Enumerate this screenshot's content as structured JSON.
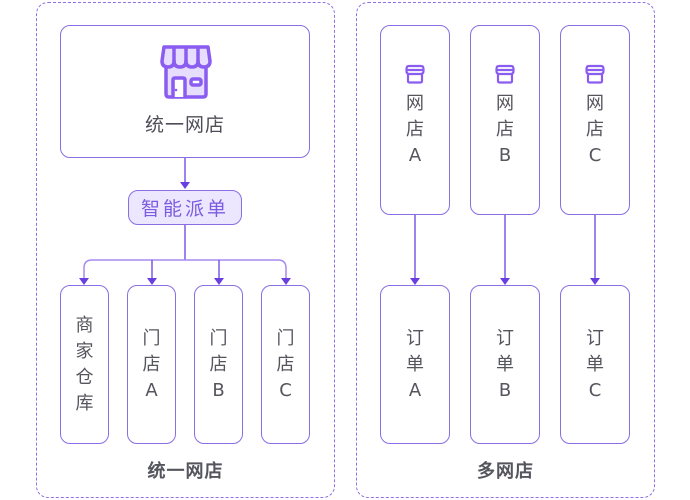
{
  "colors": {
    "accent": "#8a6ee3",
    "arrow": "#6a3fe0",
    "pill_fill": "#ece6ff",
    "pill_text": "#7b5ce0",
    "icon_fill": "#e6ddff",
    "text": "#55555e"
  },
  "left_panel": {
    "label": "统一网店",
    "top_store": {
      "icon": "storefront-icon",
      "label": "统一网店"
    },
    "dispatch": {
      "label": "智能派单"
    },
    "branches": [
      {
        "chars": [
          "商",
          "家",
          "仓",
          "库"
        ]
      },
      {
        "chars": [
          "门",
          "店",
          "A"
        ]
      },
      {
        "chars": [
          "门",
          "店",
          "B"
        ]
      },
      {
        "chars": [
          "门",
          "店",
          "C"
        ]
      }
    ]
  },
  "right_panel": {
    "label": "多网店",
    "stores": [
      {
        "icon": "store-icon",
        "chars": [
          "网",
          "店",
          "A"
        ]
      },
      {
        "icon": "store-icon",
        "chars": [
          "网",
          "店",
          "B"
        ]
      },
      {
        "icon": "store-icon",
        "chars": [
          "网",
          "店",
          "C"
        ]
      }
    ],
    "orders": [
      {
        "chars": [
          "订",
          "单",
          "A"
        ]
      },
      {
        "chars": [
          "订",
          "单",
          "B"
        ]
      },
      {
        "chars": [
          "订",
          "单",
          "C"
        ]
      }
    ]
  }
}
